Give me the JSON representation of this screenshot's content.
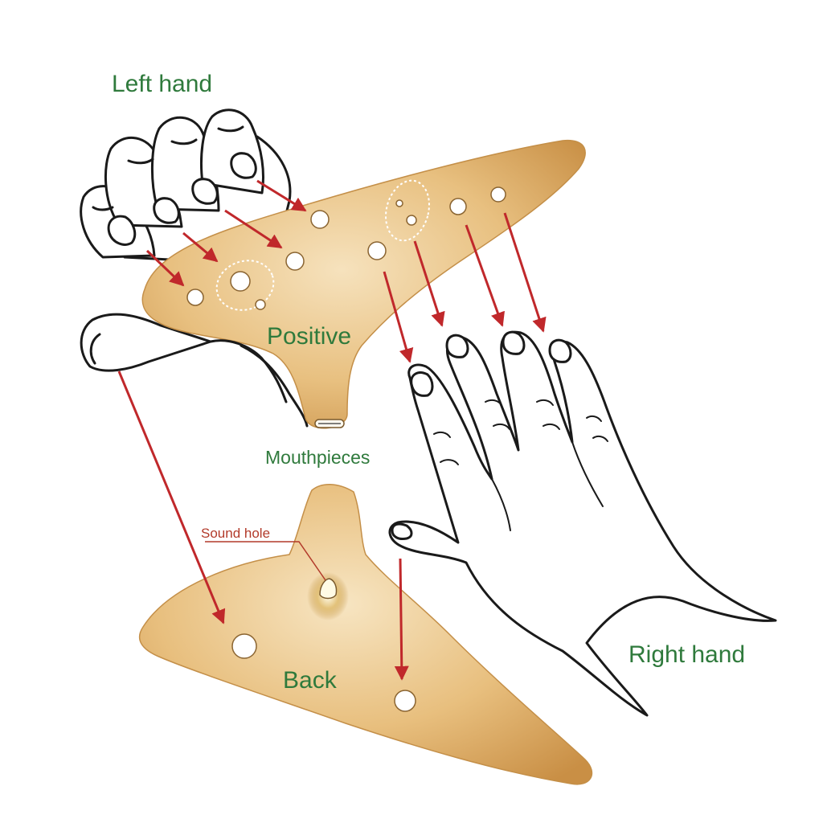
{
  "labels": {
    "left_hand": "Left hand",
    "positive": "Positive",
    "mouthpieces": "Mouthpieces",
    "sound_hole": "Sound hole",
    "back": "Back",
    "right_hand": "Right hand"
  },
  "colors": {
    "label_green": "#2f7a3c",
    "sound_hole_label": "#b23a2a",
    "arrow": "#c0282b",
    "ocarina_body": "#e2b46e",
    "ocarina_edge": "#c48f48",
    "outline": "#1a1a1a"
  },
  "icons": {
    "arrow": "red-arrow-icon",
    "finger_hole": "finger-hole-icon"
  }
}
